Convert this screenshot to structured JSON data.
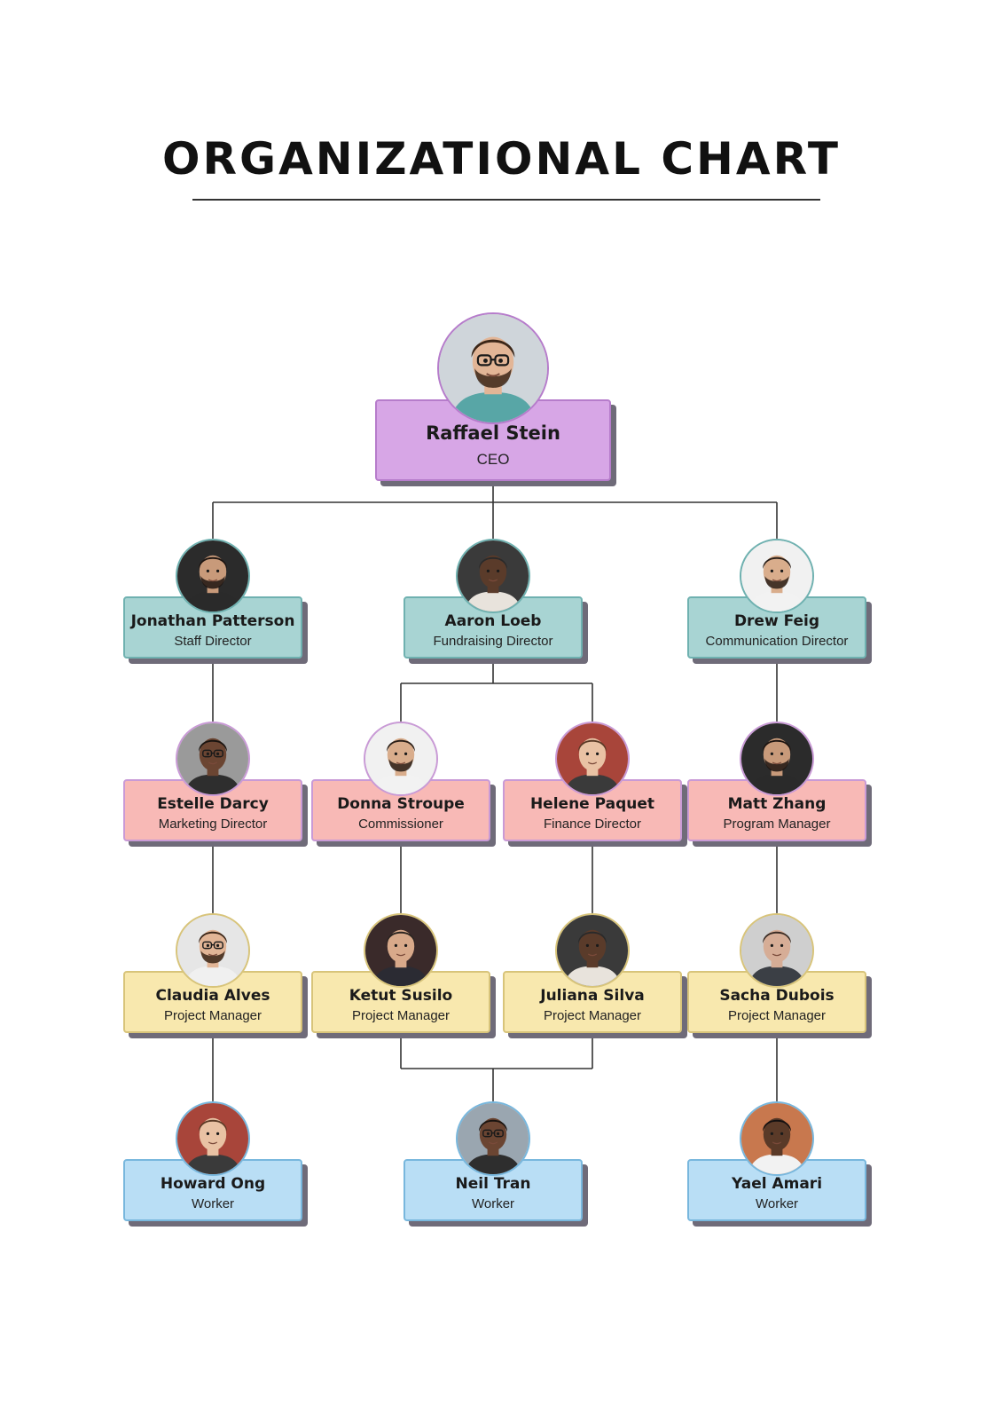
{
  "title": "ORGANIZATIONAL CHART",
  "colors": {
    "purple": {
      "fill": "#d7a6e6",
      "border": "#b67ccb"
    },
    "teal": {
      "fill": "#a8d4d3",
      "border": "#6fb1b0"
    },
    "pink": {
      "fill": "#f8b9b6",
      "border": "#c99ad6"
    },
    "yellow": {
      "fill": "#f8e8ae",
      "border": "#d8c47a"
    },
    "blue": {
      "fill": "#b9def5",
      "border": "#78b7dd"
    },
    "connector": "#333333",
    "shadow": "#6f6b79"
  },
  "nodes": [
    {
      "id": "raffael-stein",
      "name": "Raffael Stein",
      "role": "CEO",
      "color": "purple",
      "parent": null,
      "avatar": {
        "skin": "#e2b596",
        "hair": "#3b2618",
        "bg": "#cfd5da",
        "shirt": "#58a6a6",
        "glasses": true,
        "beard": true
      }
    },
    {
      "id": "jonathan-patterson",
      "name": "Jonathan Patterson",
      "role": "Staff Director",
      "color": "teal",
      "parent": "raffael-stein",
      "avatar": {
        "skin": "#c89a7a",
        "hair": "#1d1410",
        "bg": "#2b2b2b",
        "shirt": "#2a2a2a",
        "glasses": false,
        "beard": true
      }
    },
    {
      "id": "aaron-loeb",
      "name": "Aaron Loeb",
      "role": "Fundraising Director",
      "color": "teal",
      "parent": "raffael-stein",
      "avatar": {
        "skin": "#5a3b2a",
        "hair": "#2a2a2a",
        "bg": "#3a3a3a",
        "shirt": "#e8e3dc",
        "glasses": false,
        "beard": false
      }
    },
    {
      "id": "drew-feig",
      "name": "Drew Feig",
      "role": "Communication Director",
      "color": "teal",
      "parent": "raffael-stein",
      "avatar": {
        "skin": "#d9ad8c",
        "hair": "#2a1f18",
        "bg": "#f1f1f1",
        "shirt": "#f2f2f2",
        "glasses": false,
        "beard": true
      }
    },
    {
      "id": "estelle-darcy",
      "name": "Estelle Darcy",
      "role": "Marketing Director",
      "color": "pink",
      "parent": "jonathan-patterson",
      "avatar": {
        "skin": "#6b4532",
        "hair": "#1a1410",
        "bg": "#9a9a9a",
        "shirt": "#2e2e2e",
        "glasses": true,
        "beard": false
      }
    },
    {
      "id": "donna-stroupe",
      "name": "Donna Stroupe",
      "role": "Commissioner",
      "color": "pink",
      "parent": "aaron-loeb",
      "avatar": {
        "skin": "#d9ad8c",
        "hair": "#2a1f18",
        "bg": "#f1f1f1",
        "shirt": "#f2f2f2",
        "glasses": false,
        "beard": true
      }
    },
    {
      "id": "helene-paquet",
      "name": "Helene Paquet",
      "role": "Finance Director",
      "color": "pink",
      "parent": "aaron-loeb",
      "avatar": {
        "skin": "#e9c2a4",
        "hair": "#5a3a26",
        "bg": "#a8453a",
        "shirt": "#3a3a3a",
        "glasses": false,
        "beard": false
      }
    },
    {
      "id": "matt-zhang",
      "name": "Matt Zhang",
      "role": "Program Manager",
      "color": "pink",
      "parent": "drew-feig",
      "avatar": {
        "skin": "#c89a7a",
        "hair": "#1d1410",
        "bg": "#2b2b2b",
        "shirt": "#2a2a2a",
        "glasses": false,
        "beard": true
      }
    },
    {
      "id": "claudia-alves",
      "name": "Claudia Alves",
      "role": "Project Manager",
      "color": "yellow",
      "parent": "estelle-darcy",
      "avatar": {
        "skin": "#e2b596",
        "hair": "#3b2618",
        "bg": "#e6e6e6",
        "shirt": "#f0f0f0",
        "glasses": true,
        "beard": true
      }
    },
    {
      "id": "ketut-susilo",
      "name": "Ketut Susilo",
      "role": "Project Manager",
      "color": "yellow",
      "parent": "donna-stroupe",
      "avatar": {
        "skin": "#d8a98a",
        "hair": "#2a2420",
        "bg": "#3a2a2a",
        "shirt": "#2b2b33",
        "glasses": false,
        "beard": false
      }
    },
    {
      "id": "juliana-silva",
      "name": "Juliana Silva",
      "role": "Project Manager",
      "color": "yellow",
      "parent": "helene-paquet",
      "avatar": {
        "skin": "#5a3b2a",
        "hair": "#2a2a2a",
        "bg": "#3a3a3a",
        "shirt": "#e8e3dc",
        "glasses": false,
        "beard": false
      }
    },
    {
      "id": "sacha-dubois",
      "name": "Sacha Dubois",
      "role": "Project Manager",
      "color": "yellow",
      "parent": "matt-zhang",
      "avatar": {
        "skin": "#d6ad96",
        "hair": "#3a2c24",
        "bg": "#cfcfcf",
        "shirt": "#3b3f45",
        "glasses": false,
        "beard": false
      }
    },
    {
      "id": "howard-ong",
      "name": "Howard Ong",
      "role": "Worker",
      "color": "blue",
      "parent": "claudia-alves",
      "avatar": {
        "skin": "#e9c2a4",
        "hair": "#5a3a26",
        "bg": "#a8453a",
        "shirt": "#3a3a3a",
        "glasses": false,
        "beard": false
      }
    },
    {
      "id": "neil-tran",
      "name": "Neil Tran",
      "role": "Worker",
      "color": "blue",
      "parent": "ketut-susilo",
      "avatar": {
        "skin": "#6b4532",
        "hair": "#1a1410",
        "bg": "#9aa6b0",
        "shirt": "#2e2e2e",
        "glasses": true,
        "beard": false
      }
    },
    {
      "id": "yael-amari",
      "name": "Yael Amari",
      "role": "Worker",
      "color": "blue",
      "parent": "sacha-dubois",
      "avatar": {
        "skin": "#5a3a28",
        "hair": "#141010",
        "bg": "#c8784e",
        "shirt": "#f2f2f2",
        "glasses": false,
        "beard": false
      }
    }
  ]
}
